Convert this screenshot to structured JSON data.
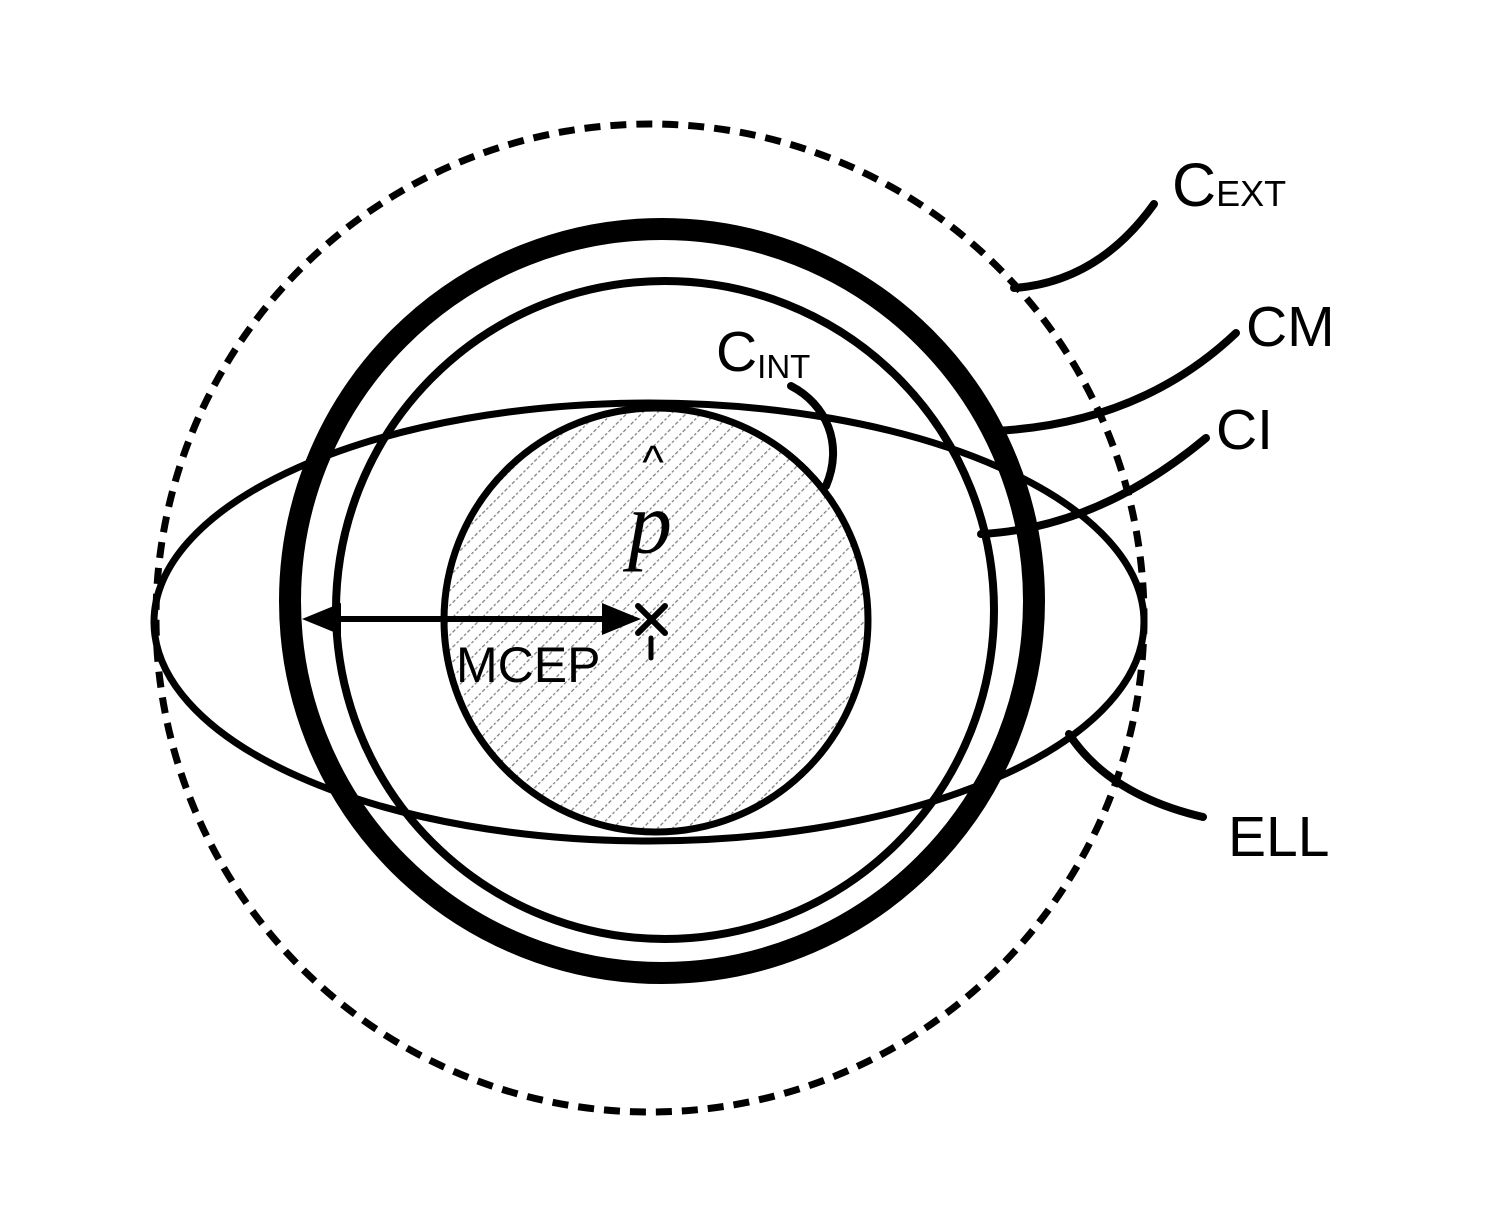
{
  "diagram": {
    "type": "patent-style concentric confidence-region figure",
    "colors": {
      "line": "#000000",
      "bg": "#ffffff",
      "hatch": "#7d7d7d"
    },
    "labels": {
      "c_ext_main": "C",
      "c_ext_sub": "EXT",
      "cm": "CM",
      "ci": "CI",
      "ell": "ELL",
      "c_int_main": "C",
      "c_int_sub": "INT",
      "mcep": "MCEP",
      "p": "p",
      "p_hat_accent": "^"
    },
    "markers": {
      "point_marker": "x-cross with tick below",
      "arrow": "double-headed horizontal arrow from inner edge of thick circle CM to point x"
    },
    "shapes": {
      "c_ext": "outer dashed circle",
      "cm": "thick solid circle",
      "ci": "thin solid circle",
      "ell": "wide horizontal ellipse",
      "c_int": "inner diagonally-hatched circle"
    }
  }
}
